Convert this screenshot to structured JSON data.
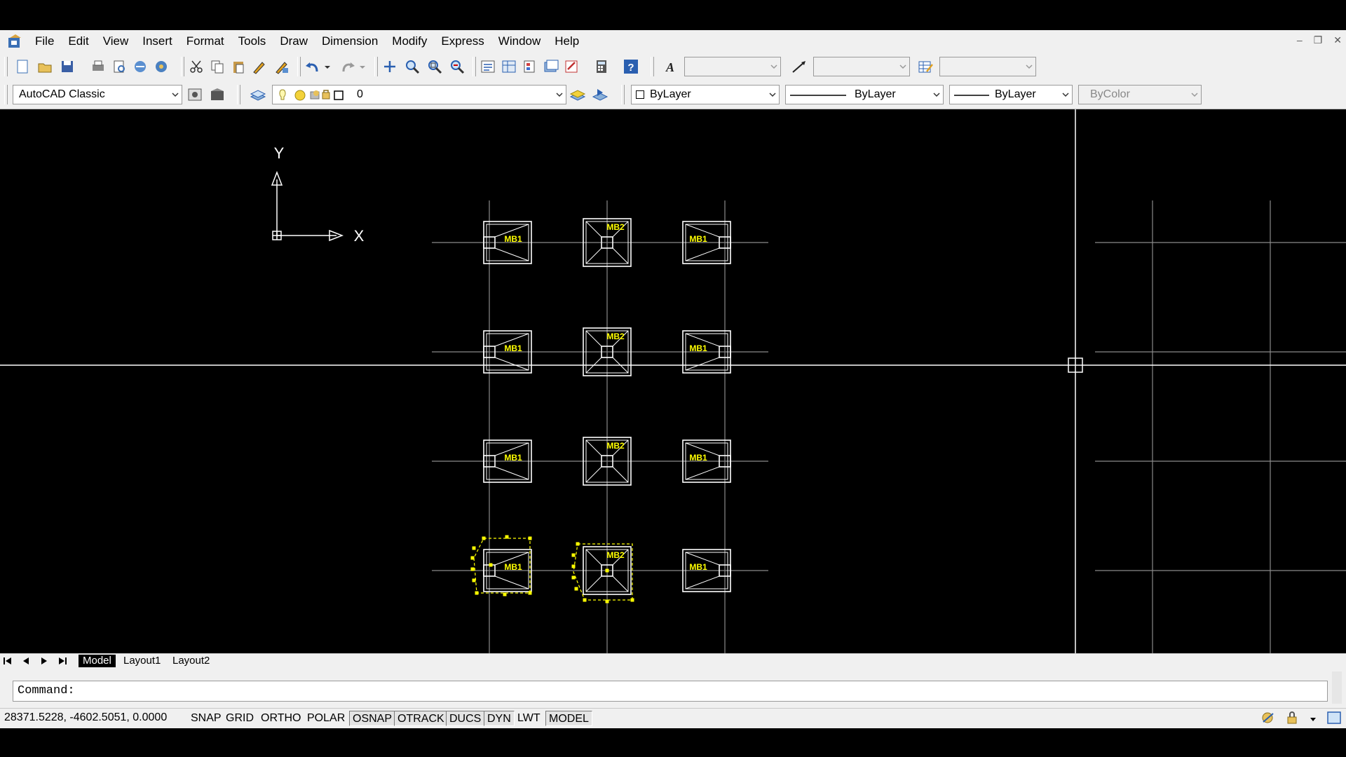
{
  "menu": {
    "items": [
      "File",
      "Edit",
      "View",
      "Insert",
      "Format",
      "Tools",
      "Draw",
      "Dimension",
      "Modify",
      "Express",
      "Window",
      "Help"
    ]
  },
  "toolbar": {
    "workspace": "AutoCAD Classic",
    "layer": "0",
    "color": "ByLayer",
    "linetype": "ByLayer",
    "lineweight": "ByLayer",
    "plotstyle": "ByColor"
  },
  "drawing": {
    "ucs": {
      "x_label": "X",
      "y_label": "Y"
    },
    "footing_labels": {
      "type1": "MB1",
      "type2": "MB2"
    },
    "colors": {
      "background": "#000000",
      "lines": "#ffffff",
      "labels": "#ffff00",
      "grips": "#ffff00",
      "grid": "#8a8a8a"
    }
  },
  "tabs": [
    "Model",
    "Layout1",
    "Layout2"
  ],
  "command": {
    "prompt": "Command:"
  },
  "status": {
    "coords": "28371.5228, -4602.5051, 0.0000",
    "toggles": [
      {
        "label": "SNAP",
        "on": false
      },
      {
        "label": "GRID",
        "on": false
      },
      {
        "label": "ORTHO",
        "on": false
      },
      {
        "label": "POLAR",
        "on": false
      },
      {
        "label": "OSNAP",
        "on": true
      },
      {
        "label": "OTRACK",
        "on": true
      },
      {
        "label": "DUCS",
        "on": true
      },
      {
        "label": "DYN",
        "on": true
      },
      {
        "label": "LWT",
        "on": false
      },
      {
        "label": "MODEL",
        "on": true
      }
    ]
  }
}
